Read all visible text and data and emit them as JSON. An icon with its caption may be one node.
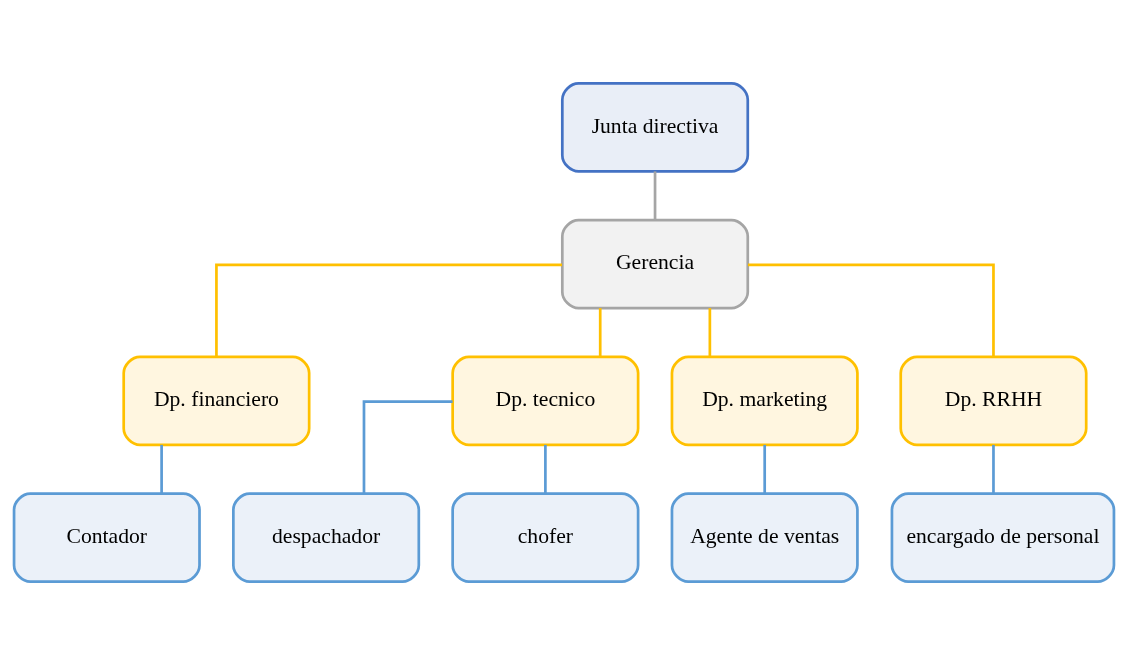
{
  "diagram": {
    "nodes": [
      {
        "text": [
          "Junta directiva"
        ]
      },
      {
        "text": [
          "Gerencia"
        ]
      },
      {
        "text": [
          "Dp. financiero"
        ]
      },
      {
        "text": [
          "Dp. tecnico"
        ]
      },
      {
        "text": [
          "Dp. marketing"
        ]
      },
      {
        "text": [
          "Dp. RRHH"
        ]
      },
      {
        "text": [
          "Contador"
        ]
      },
      {
        "text": [
          "despachador"
        ]
      },
      {
        "text": [
          "chofer"
        ]
      },
      {
        "text": [
          "Agente de ventas"
        ]
      },
      {
        "text": [
          "encargado de personal"
        ]
      }
    ],
    "edges": [
      {
        "from": 0,
        "to": 1,
        "arrow": "none",
        "color": "#a5a5a5"
      },
      {
        "from": 1,
        "to": 2,
        "arrow": "none",
        "color": "#ffc000"
      },
      {
        "from": 1,
        "to": 3,
        "arrow": "none",
        "color": "#ffc000"
      },
      {
        "from": 1,
        "to": 4,
        "arrow": "none",
        "color": "#ffc000"
      },
      {
        "from": 1,
        "to": 5,
        "arrow": "none",
        "color": "#ffc000"
      },
      {
        "from": 2,
        "to": 6,
        "arrow": "none"
      },
      {
        "from": 3,
        "to": 7,
        "arrow": "none"
      },
      {
        "from": 3,
        "to": 8,
        "arrow": "none"
      },
      {
        "from": 4,
        "to": 9,
        "arrow": "none"
      },
      {
        "from": 5,
        "to": 10,
        "arrow": "none"
      }
    ]
  }
}
